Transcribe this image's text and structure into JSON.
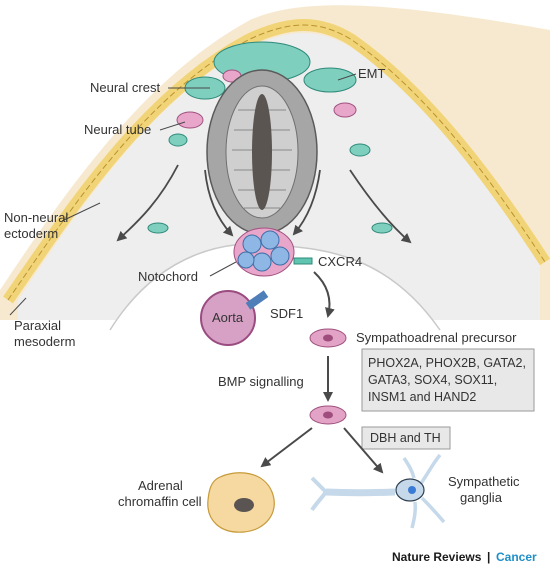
{
  "labels": {
    "neural_crest": "Neural crest",
    "emt": "EMT",
    "neural_tube": "Neural tube",
    "non_neural_line1": "Non-neural",
    "non_neural_line2": "ectoderm",
    "notochord": "Notochord",
    "cxcr4": "CXCR4",
    "aorta": "Aorta",
    "sdf1": "SDF1",
    "paraxial_line1": "Paraxial",
    "paraxial_line2": "mesoderm",
    "sympathoadrenal_precursor": "Sympathoadrenal precursor",
    "bmp_signalling": "BMP signalling",
    "adrenal_line1": "Adrenal",
    "adrenal_line2": "chromaffin cell",
    "sympathetic_line1": "Sympathetic",
    "sympathetic_line2": "ganglia"
  },
  "marker_box": {
    "lines": [
      "PHOX2A, PHOX2B, GATA2,",
      "GATA3, SOX4, SOX11,",
      "INSM1 and HAND2"
    ]
  },
  "dbh_box": {
    "text": "DBH and TH"
  },
  "credit": {
    "publisher": "Nature Reviews",
    "separator": "|",
    "journal": "Cancer"
  },
  "colors": {
    "background_tissue": "#f7e9cf",
    "mesoderm": "#eeeeee",
    "ectoderm_cells": "#f2d478",
    "neural_crest_cells": "#7fcfbe",
    "neural_crest_pink": "#e9a6cb",
    "neural_tube_cells": "#a6a6a6",
    "notochord_cells": "#8fb7e6",
    "sympathoadrenal_cell": "#e2a3c6",
    "aorta": "#d7a1c6",
    "neuron": "#c5d9ea",
    "chromaffin": "#f6d9a0",
    "arrow": "#4a4a4a",
    "journal_accent": "#1f8fc9"
  }
}
